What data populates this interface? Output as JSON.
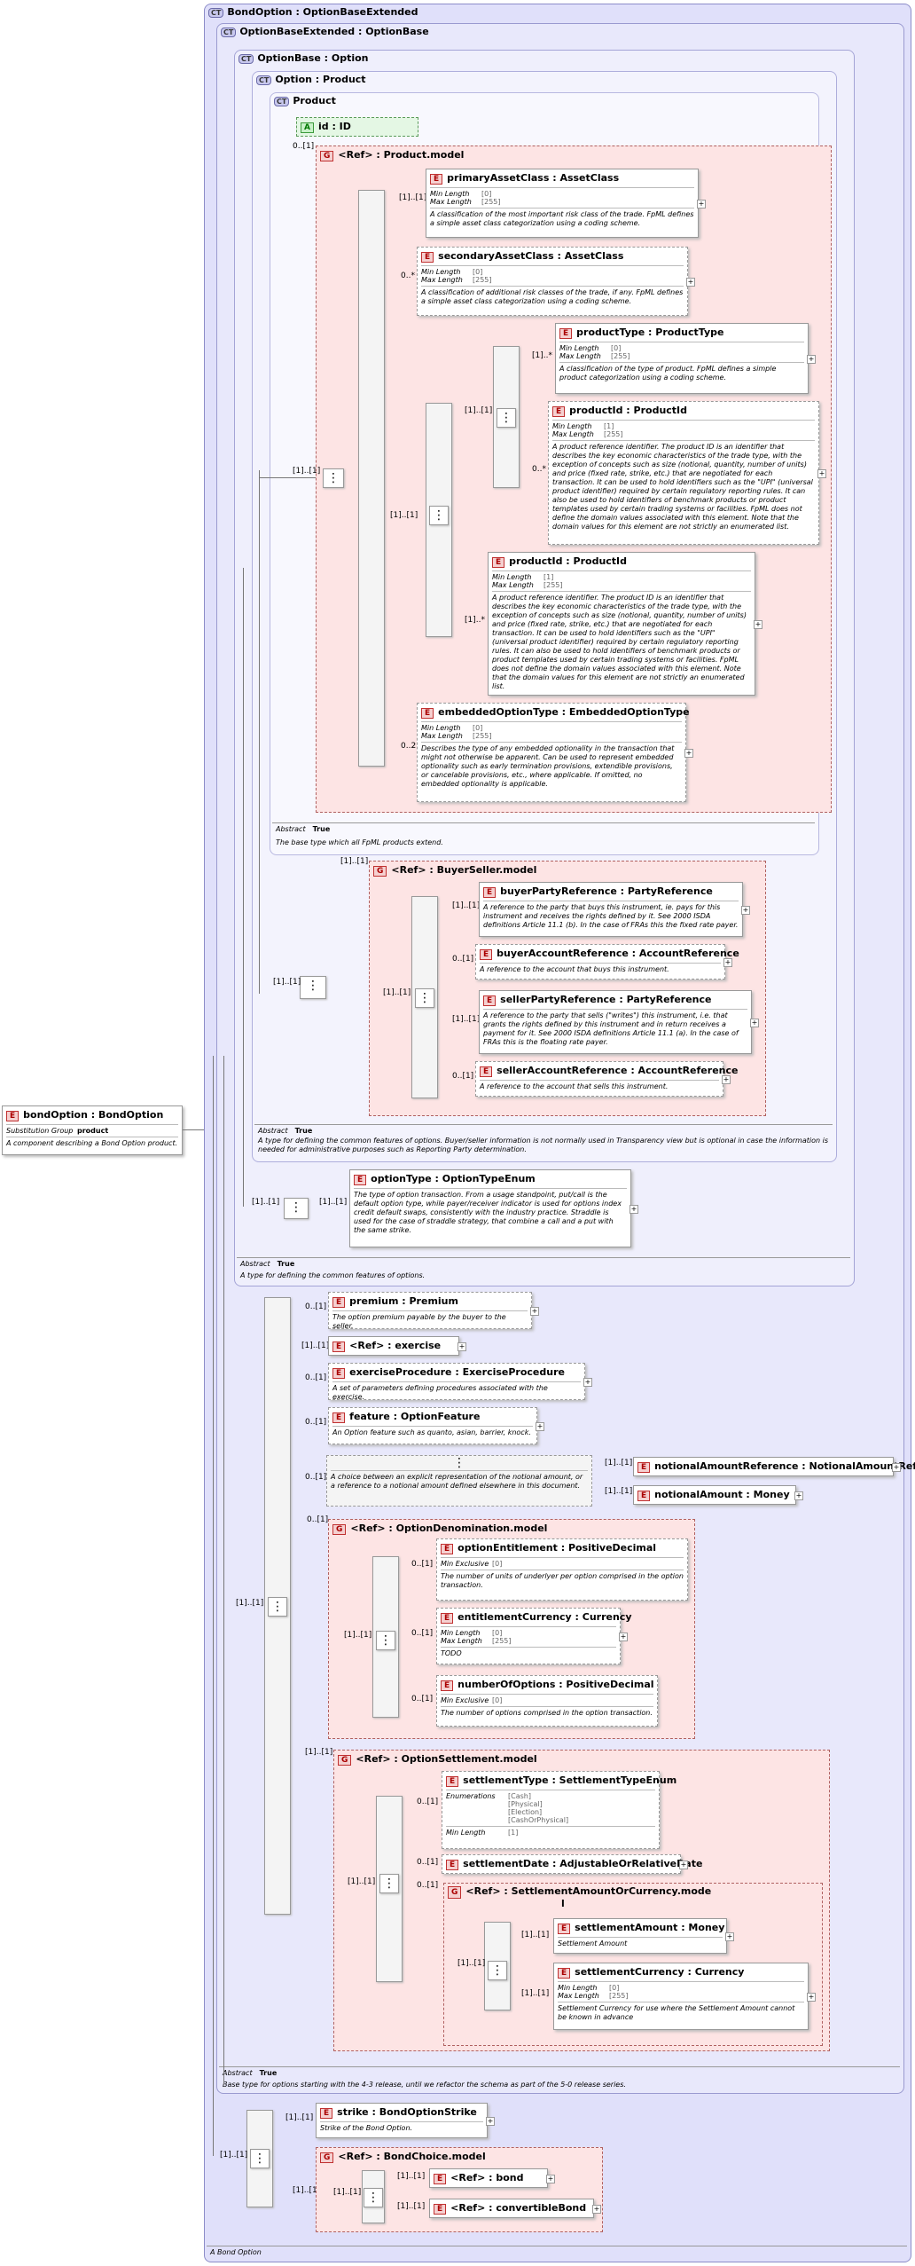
{
  "root": {
    "name": "bondOption : BondOption",
    "substitution_label": "Substitution Group",
    "substitution_value": "product",
    "desc": "A component describing a Bond Option product."
  },
  "types": {
    "bondOption": "BondOption : OptionBaseExtended",
    "optionBaseExtended": "OptionBaseExtended : OptionBase",
    "optionBase": "OptionBase : Option",
    "option": "Option    : Product",
    "product": "Product"
  },
  "badges": {
    "ct": "CT",
    "e": "E",
    "g": "G",
    "a": "A"
  },
  "labels": {
    "abstract": "Abstract",
    "true": "True",
    "min_length": "Min Length",
    "max_length": "Max Length",
    "min_exclusive": "Min Exclusive",
    "enumerations": "Enumerations"
  },
  "product": {
    "id": "id        : ID",
    "id_card": "0..[1]",
    "model": "<Ref>      : Product.model",
    "model_card": "[1]..[1]",
    "primaryAssetClass": {
      "name": "primaryAssetClass : AssetClass",
      "card": "[1]..[1]",
      "min": "[0]",
      "max": "[255]",
      "desc": "A classification of the most important risk class of the trade. FpML defines a simple asset class categorization using a coding scheme."
    },
    "secondaryAssetClass": {
      "name": "secondaryAssetClass : AssetClass",
      "card": "0..*",
      "min": "[0]",
      "max": "[255]",
      "desc": "A classification of additional risk classes of the trade, if any. FpML defines a simple asset class categorization using a coding scheme."
    },
    "productType": {
      "name": "productType : ProductType",
      "card": "[1]..*",
      "min": "[0]",
      "max": "[255]",
      "desc": "A classification of the type of product. FpML defines a simple product categorization using a coding scheme."
    },
    "productId1": {
      "name": "productId : ProductId",
      "card": "0..*",
      "min": "[1]",
      "max": "[255]",
      "desc": "A product reference identifier. The product ID is an identifier that describes the key economic characteristics of the trade type, with the exception of concepts such as size (notional, quantity, number of units) and price (fixed rate, strike, etc.) that are negotiated for each transaction. It can be used to hold identifiers such as the \"UPI\" (universal product identifier) required by certain regulatory reporting rules. It can also be used to hold identifiers of benchmark products or product templates used by certain trading systems or facilities. FpML does not define the domain values associated with this element. Note that the domain values for this element are not strictly an enumerated list."
    },
    "productId2": {
      "name": "productId : ProductId",
      "card": "[1]..*",
      "min": "[1]",
      "max": "[255]",
      "desc": "A product reference identifier. The product ID is an identifier that describes the key economic characteristics of the trade type, with the exception of concepts such as size (notional, quantity, number of units) and price (fixed rate, strike, etc.) that are negotiated for each transaction. It can be used to hold identifiers such as the \"UPI\" (universal product identifier) required by certain regulatory reporting rules. It can also be used to hold identifiers of benchmark products or product templates used by certain trading systems or facilities. FpML does not define the domain values associated with this element. Note that the domain values for this element are not strictly an enumerated list."
    },
    "choice_card1": "[1]..[1]",
    "choice_card2": "[1]..[1]",
    "embeddedOptionType": {
      "name": "embeddedOptionType : EmbeddedOptionType",
      "card": "0..2",
      "min": "[0]",
      "max": "[255]",
      "desc": "Describes the type of any embedded optionality in the transaction that might not otherwise be apparent. Can be used to represent embedded optionality such as early termination provisions, extendible provisions, or cancelable provisions, etc., where applicable. If omitted, no embedded optionality is applicable."
    },
    "note": "The base type which all FpML products extend."
  },
  "option": {
    "buyerSeller": "<Ref>      : BuyerSeller.model",
    "bs_card": "[1]..[1]",
    "seq_card": "[1]..[1]",
    "seq_card2": "[1]..[1]",
    "buyerPartyReference": {
      "name": "buyerPartyReference : PartyReference",
      "card": "[1]..[1]",
      "desc": "A reference to the party that buys this instrument, ie. pays for this instrument and receives the rights defined by it. See 2000 ISDA definitions Article 11.1 (b). In the case of FRAs this the fixed rate payer."
    },
    "buyerAccountReference": {
      "name": "buyerAccountReference : AccountReference",
      "card": "0..[1]",
      "desc": "A reference to the account that buys this instrument."
    },
    "sellerPartyReference": {
      "name": "sellerPartyReference : PartyReference",
      "card": "[1]..[1]",
      "desc": "A reference to the party that sells (\"writes\") this instrument, i.e. that grants the rights defined by this instrument and in return receives a payment for it. See 2000 ISDA definitions Article 11.1 (a). In the case of FRAs this is the floating rate payer."
    },
    "sellerAccountReference": {
      "name": "sellerAccountReference : AccountReference",
      "card": "0..[1]",
      "desc": "A reference to the account that sells this instrument."
    },
    "note": "A type for defining the common features of options. Buyer/seller information is not normally used in Transparency view but is optional in case the information is needed for administrative purposes such as Reporting Party determination."
  },
  "optionBase": {
    "optionType": {
      "name": "optionType : OptionTypeEnum",
      "card": "[1]..[1]",
      "seq_card": "[1]..[1]",
      "desc": "The type of option transaction. From a usage standpoint, put/call is the default option type, while payer/receiver indicator is used for options index credit default swaps, consistently with the industry practice. Straddle is used for the case of straddle strategy, that combine a call and a put with the same strike."
    },
    "note": "A type for defining the common features of options."
  },
  "optionBaseExtended": {
    "seq_card": "[1]..[1]",
    "premium": {
      "name": "premium : Premium",
      "card": "0..[1]",
      "desc": "The option premium payable by the buyer to the seller."
    },
    "exercise": {
      "name": "<Ref>      : exercise",
      "card": "[1]..[1]"
    },
    "exerciseProcedure": {
      "name": "exerciseProcedure : ExerciseProcedure",
      "card": "0..[1]",
      "desc": "A set of parameters defining procedures associated with the exercise."
    },
    "feature": {
      "name": "feature    : OptionFeature",
      "card": "0..[1]",
      "desc": "An Option feature such as quanto, asian, barrier, knock."
    },
    "notionalChoice": {
      "card": "0..[1]",
      "desc": "A choice between an explicit representation of the notional amount, or a reference to a notional amount defined elsewhere in this document."
    },
    "notionalAmountReference": {
      "name": "notionalAmountReference : NotionalAmountReference",
      "card": "[1]..[1]"
    },
    "notionalAmount": {
      "name": "notionalAmount : Money",
      "card": "[1]..[1]"
    },
    "denomination": {
      "name": "<Ref>      : OptionDenomination.model",
      "card": "0..[1]",
      "seq_card": "[1]..[1]"
    },
    "optionEntitlement": {
      "name": "optionEntitlement : PositiveDecimal",
      "card": "0..[1]",
      "minex": "[0]",
      "desc": "The number of units of underlyer per option comprised in the option transaction."
    },
    "entitlementCurrency": {
      "name": "entitlementCurrency : Currency",
      "card": "0..[1]",
      "min": "[0]",
      "max": "[255]",
      "desc": "TODO"
    },
    "numberOfOptions": {
      "name": "numberOfOptions : PositiveDecimal",
      "card": "0..[1]",
      "minex": "[0]",
      "desc": "The number of options comprised in the option transaction."
    },
    "settlement": {
      "name": "<Ref>      : OptionSettlement.model",
      "card": "[1]..[1]",
      "seq_card": "[1]..[1]"
    },
    "settlementType": {
      "name": "settlementType : SettlementTypeEnum",
      "card": "0..[1]",
      "enums": [
        "[Cash]",
        "[Physical]",
        "[Election]",
        "[CashOrPhysical]"
      ],
      "min": "[1]"
    },
    "settlementDate": {
      "name": "settlementDate : AdjustableOrRelativeDate",
      "card": "0..[1]"
    },
    "settlementAmountOrCurrency": {
      "name": "<Ref>      : SettlementAmountOrCurrency.mode",
      "name2": "l",
      "card": "0..[1]",
      "seq_card": "[1]..[1]"
    },
    "settlementAmount": {
      "name": "settlementAmount : Money",
      "card": "[1]..[1]",
      "desc": "Settlement Amount"
    },
    "settlementCurrency": {
      "name": "settlementCurrency : Currency",
      "card": "[1]..[1]",
      "min": "[0]",
      "max": "[255]",
      "desc": "Settlement Currency for use where the Settlement Amount cannot be known in advance"
    },
    "note": "Base type for options starting with the 4-3 release, until we refactor the schema as part of the 5-0 release series."
  },
  "bondOptionType": {
    "seq_card": "[1]..[1]",
    "strike": {
      "name": "strike     : BondOptionStrike",
      "card": "[1]..[1]",
      "desc": "Strike of the Bond Option."
    },
    "bondChoice": {
      "name": "<Ref>      : BondChoice.model",
      "card": "[1]..[1]",
      "choice_card": "[1]..[1]"
    },
    "bond": {
      "name": "<Ref>      : bond",
      "card": "[1]..[1]"
    },
    "convertibleBond": {
      "name": "<Ref>      : convertibleBond",
      "card": "[1]..[1]"
    },
    "note": "A Bond Option"
  }
}
